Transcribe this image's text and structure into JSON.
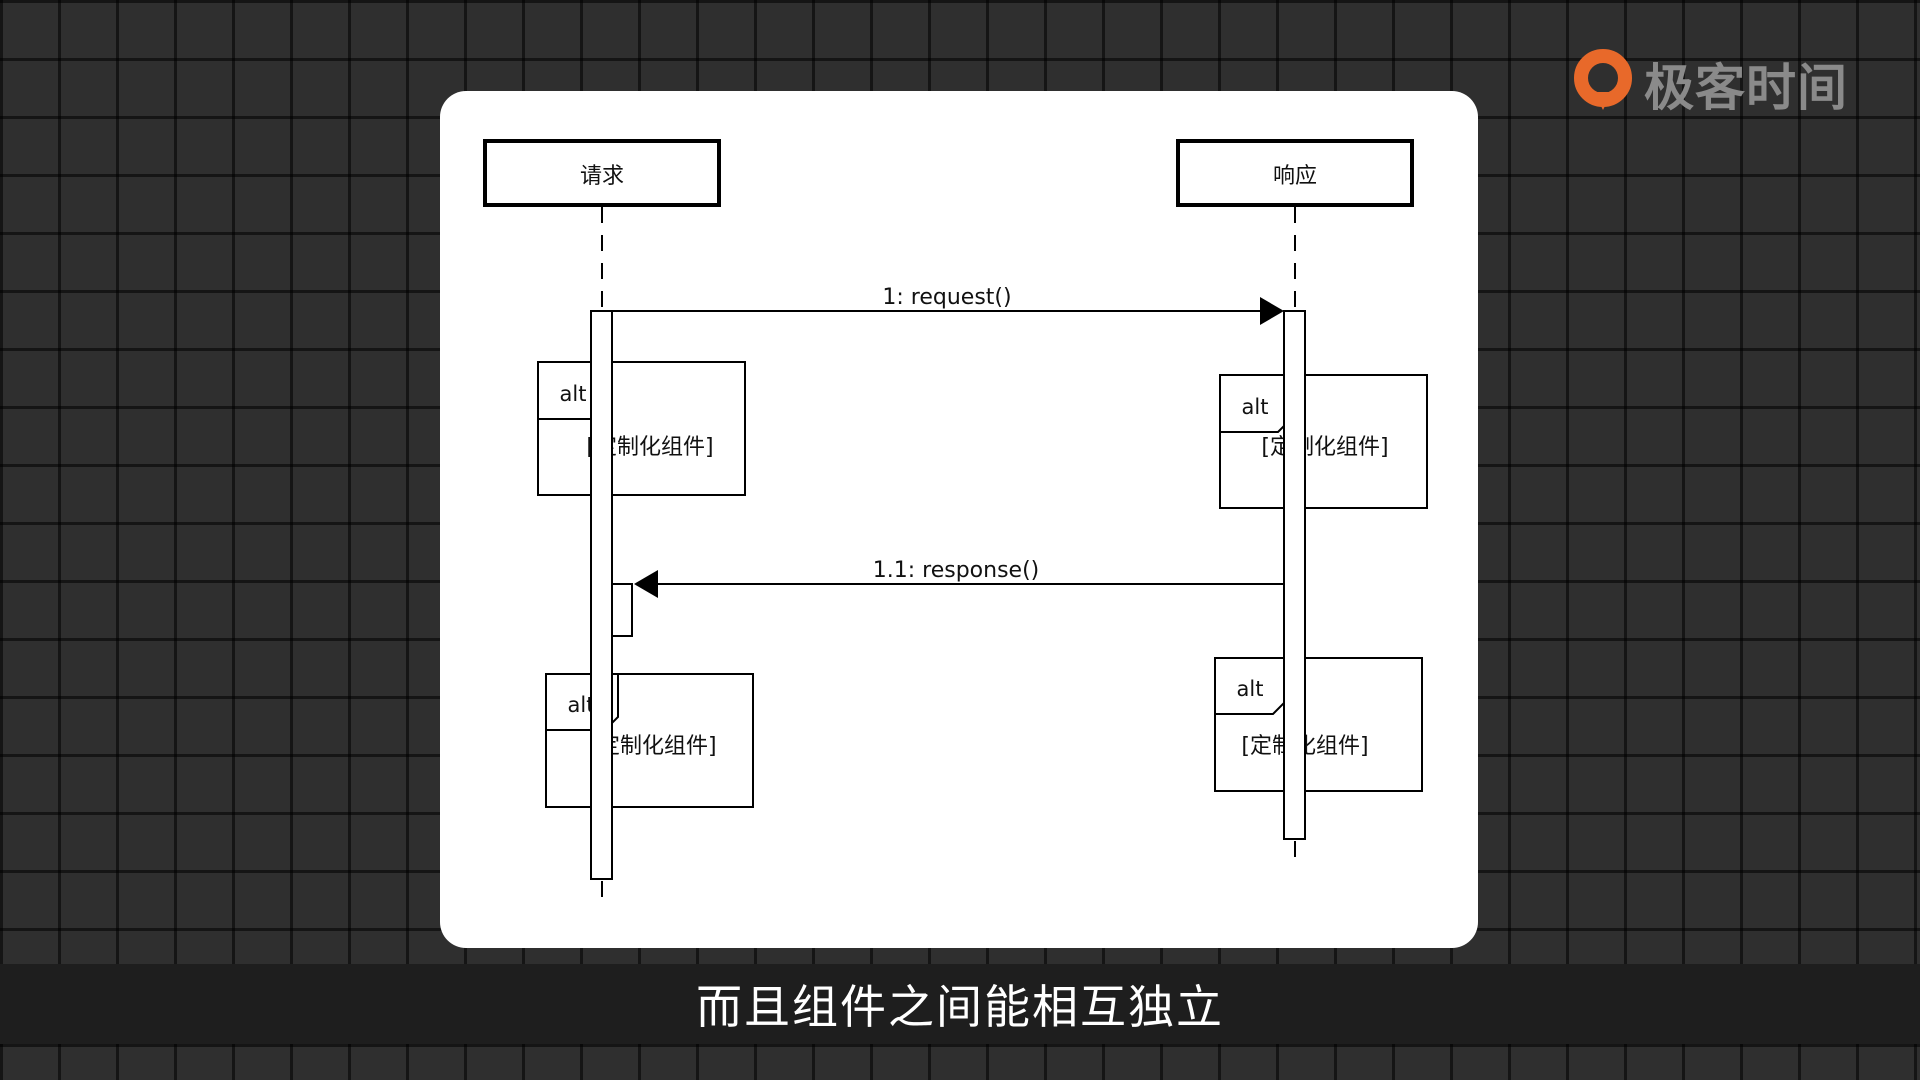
{
  "logo": {
    "text": "极客时间",
    "accent_color": "#e8692a",
    "icon": "geektime-logo-icon"
  },
  "diagram": {
    "lifelines": {
      "left": "请求",
      "right": "响应"
    },
    "messages": {
      "request": "1: request()",
      "response": "1.1: response()"
    },
    "fragments": [
      {
        "operator": "alt",
        "guard": "[定制化组件]"
      },
      {
        "operator": "alt",
        "guard": "[定制化组件]"
      },
      {
        "operator": "alt",
        "guard": "[定制化组件]"
      },
      {
        "operator": "alt",
        "guard": "[定制化组件]"
      }
    ]
  },
  "caption": {
    "text": "而且组件之间能相互独立"
  }
}
